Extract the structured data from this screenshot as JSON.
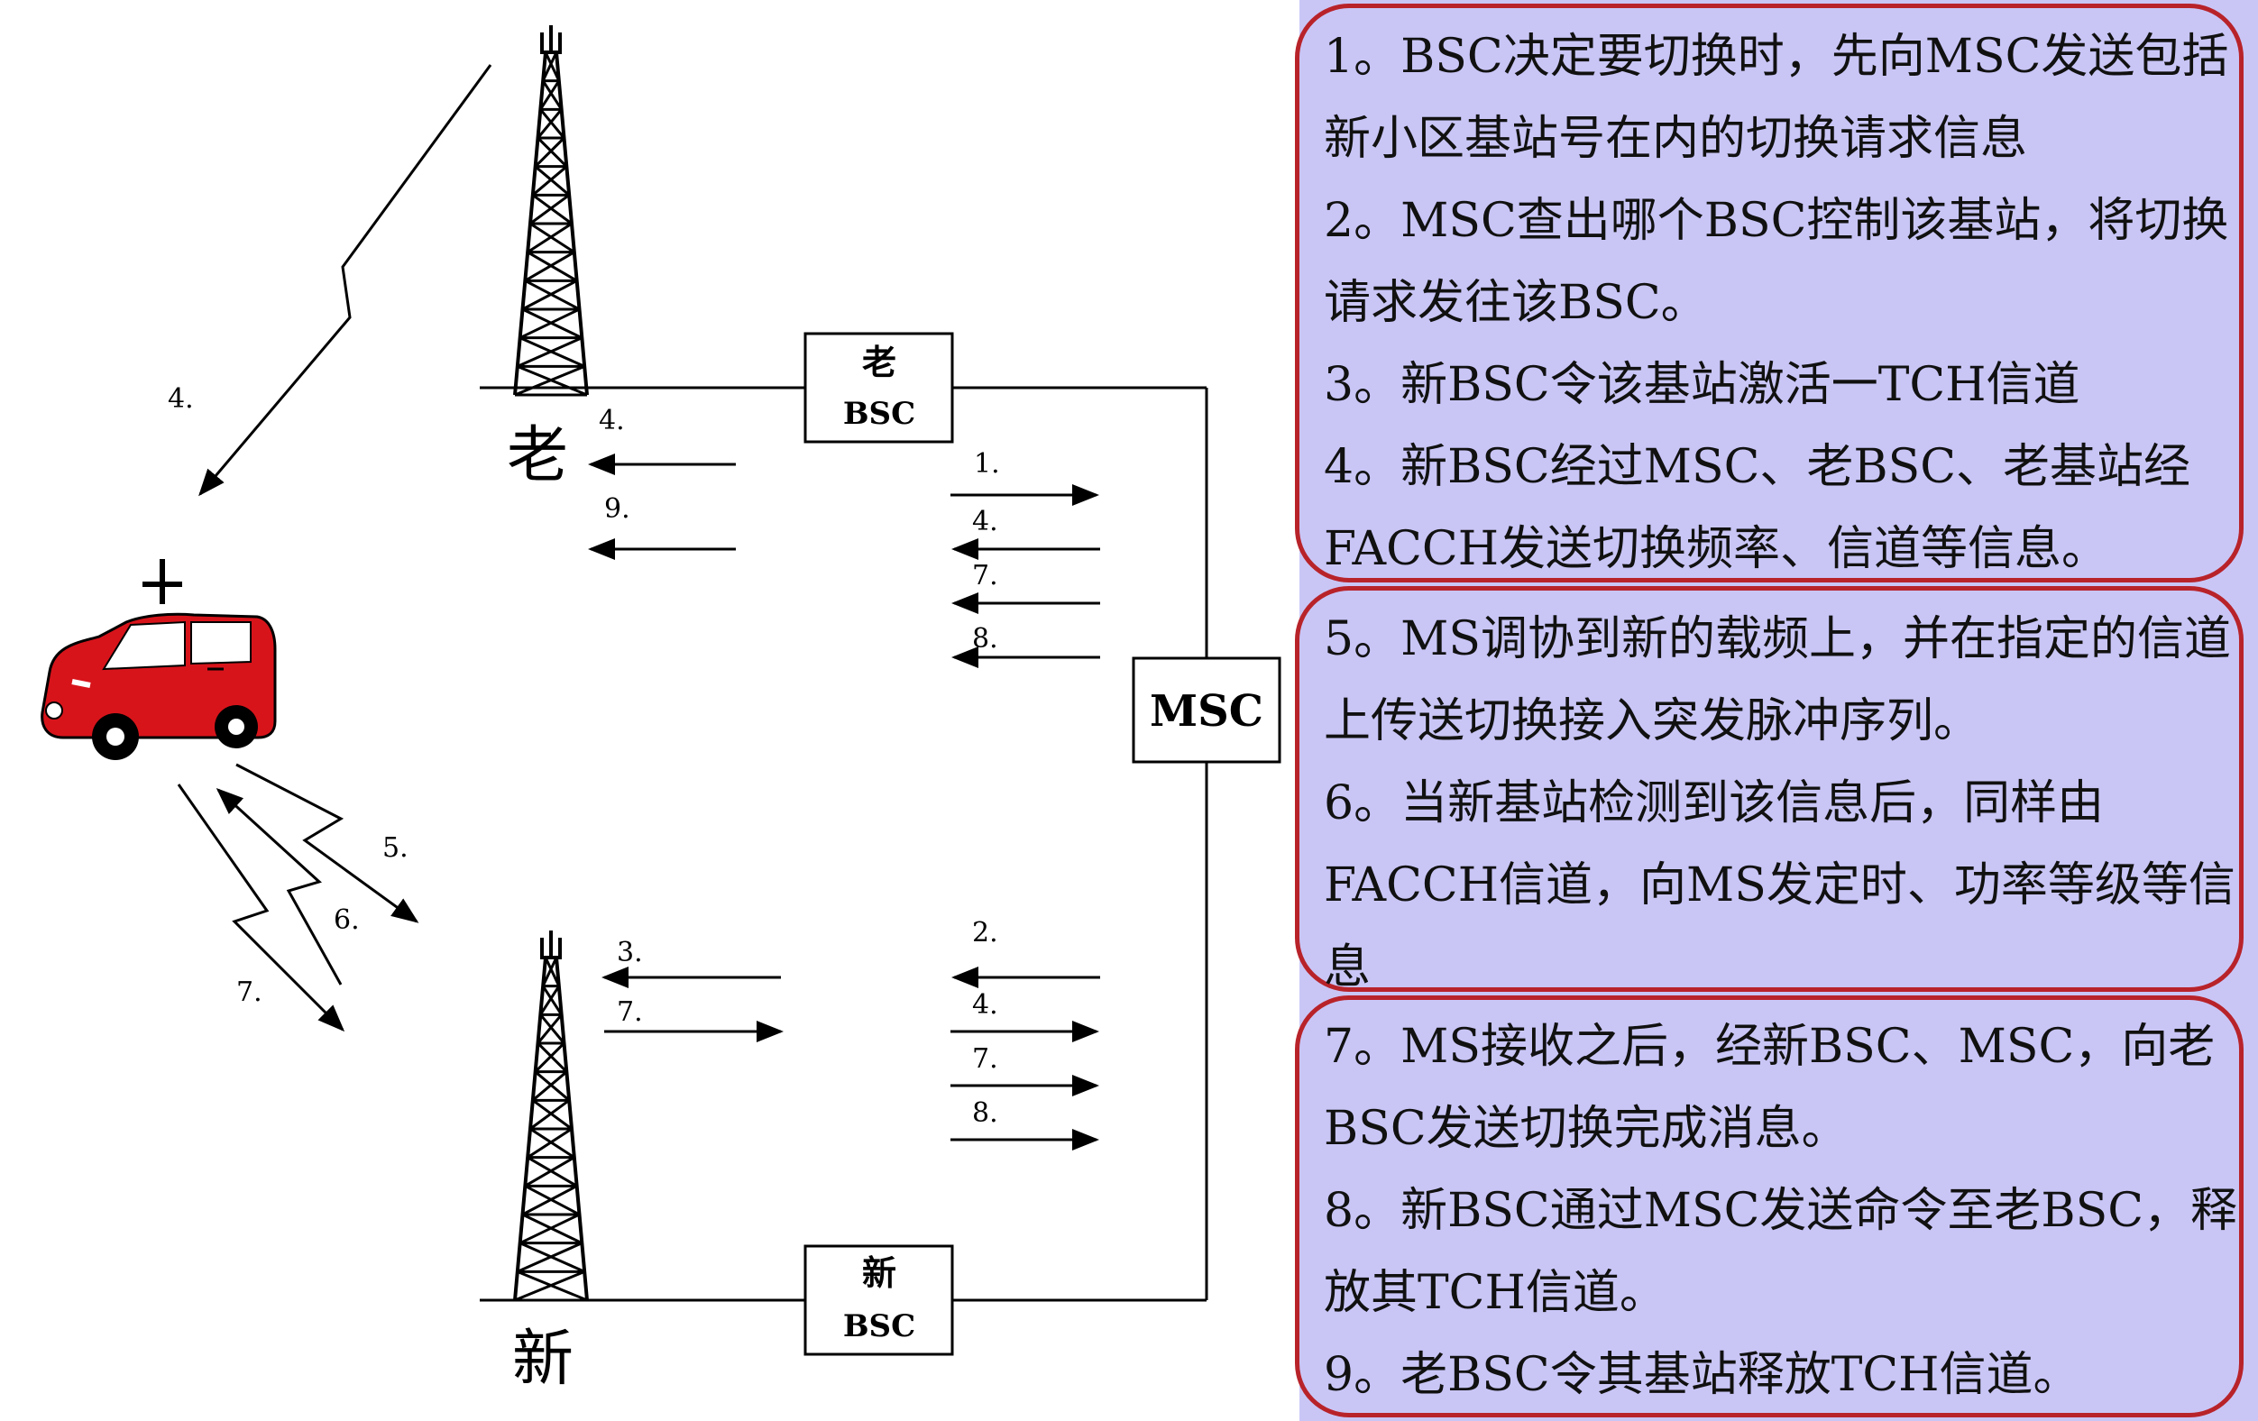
{
  "diagram": {
    "old_cell_label": "老",
    "new_cell_label": "新",
    "old_bsc_line1": "老",
    "old_bsc_line2": "BSC",
    "new_bsc_line1": "新",
    "new_bsc_line2": "BSC",
    "msc_label": "MSC",
    "radio_labels": [
      "4.",
      "5.",
      "6.",
      "7."
    ],
    "old_bts_arrow_labels": [
      "4.",
      "9."
    ],
    "msc_upper_arrow_labels": [
      "1.",
      "4.",
      "7.",
      "8."
    ],
    "new_bts_arrow_labels": [
      "3.",
      "7."
    ],
    "msc_lower_arrow_labels": [
      "2.",
      "4.",
      "7.",
      "8."
    ]
  },
  "colors": {
    "panel_background": "#c9c6f6",
    "group_border": "#b8232a",
    "vehicle_body": "#d8141b"
  },
  "steps": [
    "1。BSC决定要切换时，先向MSC发送包括新小区基站号在内的切换请求信息",
    "2。MSC查出哪个BSC控制该基站，将切换请求发往该BSC。",
    "3。新BSC令该基站激活一TCH信道",
    "4。新BSC经过MSC、老BSC、老基站经FACCH发送切换频率、信道等信息。",
    "5。MS调协到新的载频上，并在指定的信道上传送切换接入突发脉冲序列。",
    "6。当新基站检测到该信息后，同样由FACCH信道，向MS发定时、功率等级等信息",
    "7。MS接收之后，经新BSC、MSC，向老BSC发送切换完成消息。",
    "8。新BSC通过MSC发送命令至老BSC，释放其TCH信道。",
    "9。老BSC令其基站释放TCH信道。"
  ]
}
